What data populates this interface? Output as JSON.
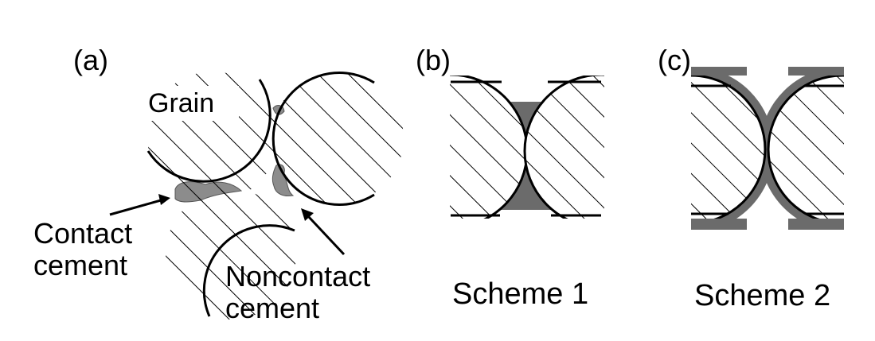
{
  "panels": {
    "a": {
      "tag": "(a)",
      "grain_label": "Grain",
      "contact_label_line1": "Contact",
      "contact_label_line2": "cement",
      "noncontact_label_line1": "Noncontact",
      "noncontact_label_line2": "cement"
    },
    "b": {
      "tag": "(b)",
      "caption": "Scheme 1"
    },
    "c": {
      "tag": "(c)",
      "caption": "Scheme 2"
    }
  },
  "colors": {
    "cement": "#6b6b6b",
    "cement_light": "#8c8c8c",
    "outline": "#000000",
    "hatch": "#000000",
    "background": "#ffffff"
  }
}
